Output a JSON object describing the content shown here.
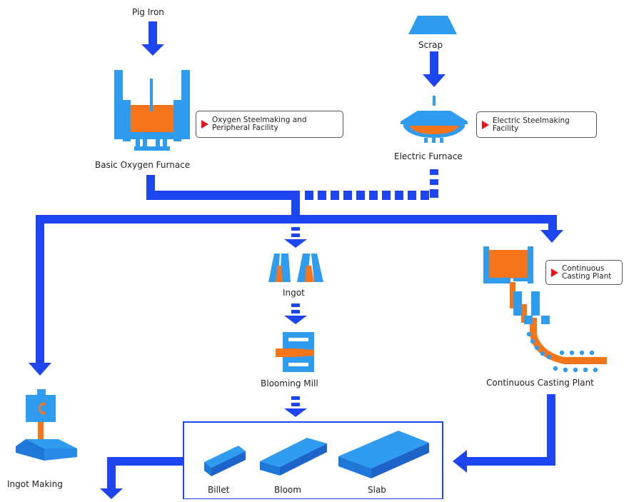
{
  "diagram": {
    "stages": {
      "pig_iron": "Pig Iron",
      "scrap": "Scrap",
      "bof": "Basic Oxygen Furnace",
      "electric_furnace": "Electric Furnace",
      "ingot": "Ingot",
      "blooming_mill": "Blooming Mill",
      "continuous_casting": "Continuous Casting Plant",
      "ingot_making": "Ingot Making",
      "billet": "Billet",
      "bloom": "Bloom",
      "slab": "Slab"
    },
    "callouts": {
      "oxygen": [
        "Oxygen Steelmaking and",
        "Peripheral Facility"
      ],
      "electric": [
        "Electric Steelmaking",
        "Facility"
      ],
      "casting": [
        "Continuous",
        "Casting Plant"
      ]
    },
    "colors": {
      "flow_blue": "#1e46f0",
      "equipment_blue": "#2f9cf0",
      "molten_orange": "#f5761a",
      "marker_red": "#e8141c"
    }
  }
}
